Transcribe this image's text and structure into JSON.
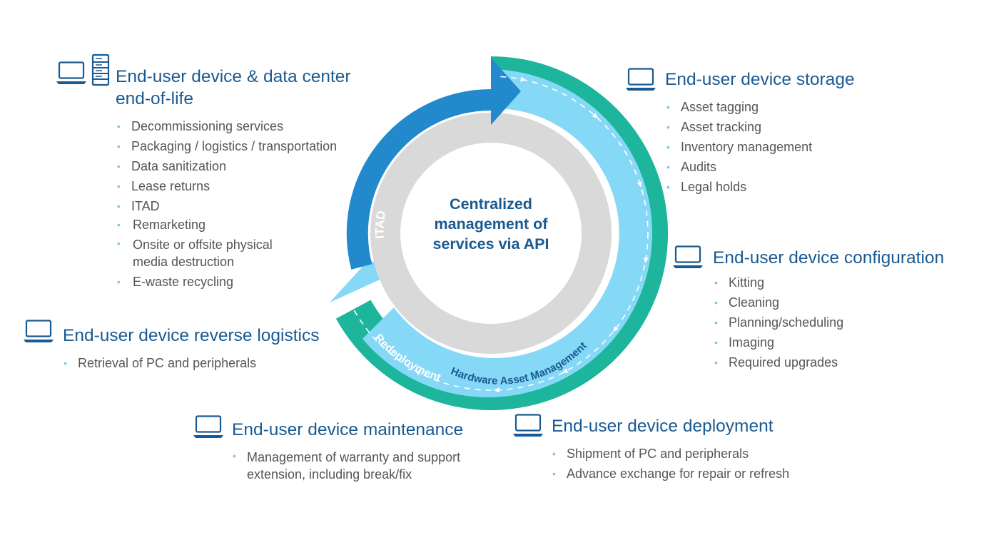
{
  "center": {
    "lines": [
      "Centralized",
      "management of",
      "services via API"
    ]
  },
  "arcs": {
    "itad": "ITAD",
    "redeployment": "Redeployment",
    "ham": "Hardware Asset Management"
  },
  "colors": {
    "title": "#1a5a92",
    "item_text": "#555555",
    "bullet": "#7cc5e9",
    "itad_arrow": "#2289cc",
    "light_arrow": "#86d8f7",
    "outer_band": "#1db59b",
    "inner_ring": "#d9d9d9",
    "icon": "#1a5a92"
  },
  "sections": {
    "eol": {
      "icons": [
        "laptop-icon",
        "server-rack-icon"
      ],
      "title_lines": [
        "End-user device & data center",
        "end-of-life"
      ],
      "items": [
        "Decommissioning services",
        "Packaging / logistics / transportation",
        "Data sanitization",
        "Lease returns",
        "ITAD"
      ],
      "sub_items": [
        "Remarketing",
        "Onsite or offsite physical media destruction",
        "E-waste recycling"
      ]
    },
    "storage": {
      "icon": "laptop-icon",
      "title": "End-user device storage",
      "items": [
        "Asset tagging",
        "Asset tracking",
        "Inventory management",
        "Audits",
        "Legal holds"
      ]
    },
    "configuration": {
      "icon": "laptop-icon",
      "title": "End-user device configuration",
      "items": [
        "Kitting",
        "Cleaning",
        "Planning/scheduling",
        "Imaging",
        "Required upgrades"
      ]
    },
    "reverse_logistics": {
      "icon": "laptop-icon",
      "title": "End-user device reverse logistics",
      "items": [
        "Retrieval of PC and peripherals"
      ]
    },
    "maintenance": {
      "icon": "laptop-icon",
      "title": "End-user device maintenance",
      "items": [
        "Management of warranty and support extension, including break/fix"
      ]
    },
    "deployment": {
      "icon": "laptop-icon",
      "title": "End-user device deployment",
      "items": [
        "Shipment of PC and peripherals",
        "Advance exchange for repair or refresh"
      ]
    }
  }
}
